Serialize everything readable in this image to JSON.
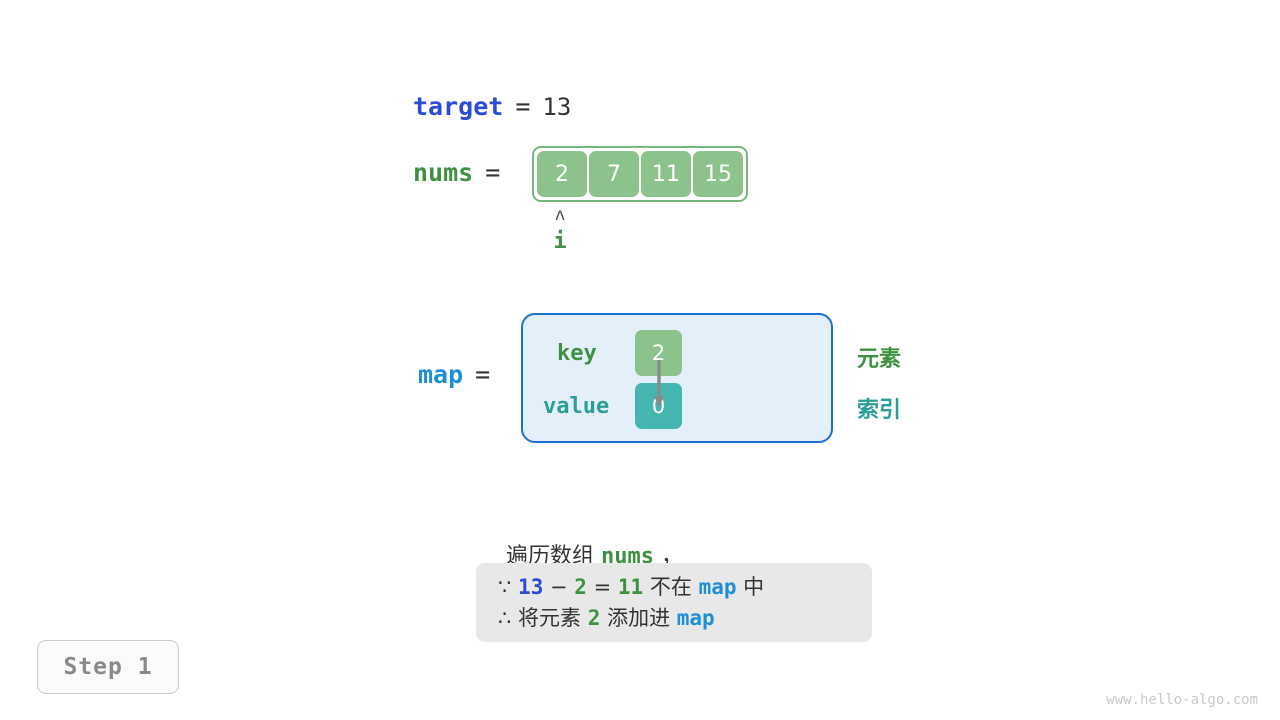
{
  "target": {
    "name": "target",
    "equals": "=",
    "value": "13"
  },
  "nums": {
    "name": "nums",
    "equals": "=",
    "cells": [
      "2",
      "7",
      "11",
      "15"
    ]
  },
  "pointer": {
    "caret": "ʌ",
    "label": "i"
  },
  "map": {
    "name": "map",
    "equals": "=",
    "key_label": "key",
    "value_label": "value",
    "key_cell": "2",
    "value_cell": "0",
    "side_label_element": "元素",
    "side_label_index": "索引"
  },
  "narration": {
    "prefix": "遍历数组 ",
    "var": "nums",
    "suffix": " ，"
  },
  "explanation": {
    "line1": {
      "because": "∵ ",
      "target": "13",
      "minus": " − ",
      "num": "2",
      "equals": " = ",
      "result": "11",
      "not_in": " 不在 ",
      "map": "map",
      "in_suffix": " 中"
    },
    "line2": {
      "therefore": "∴ ",
      "text_a": "将元素 ",
      "num": "2",
      "text_b": " 添加进 ",
      "map": "map"
    }
  },
  "step": {
    "label": "Step 1"
  },
  "watermark": {
    "text": "www.hello-algo.com"
  },
  "colors": {
    "target_blue": "#2b4ad6",
    "nums_green": "#3f9142",
    "map_blue": "#1f8fd4",
    "cell_green": "#8cc28c",
    "cell_teal": "#44b5af",
    "map_box_border": "#1f6fd0",
    "map_box_fill": "#e3f0fa",
    "explain_bg": "#e8e8e8"
  }
}
